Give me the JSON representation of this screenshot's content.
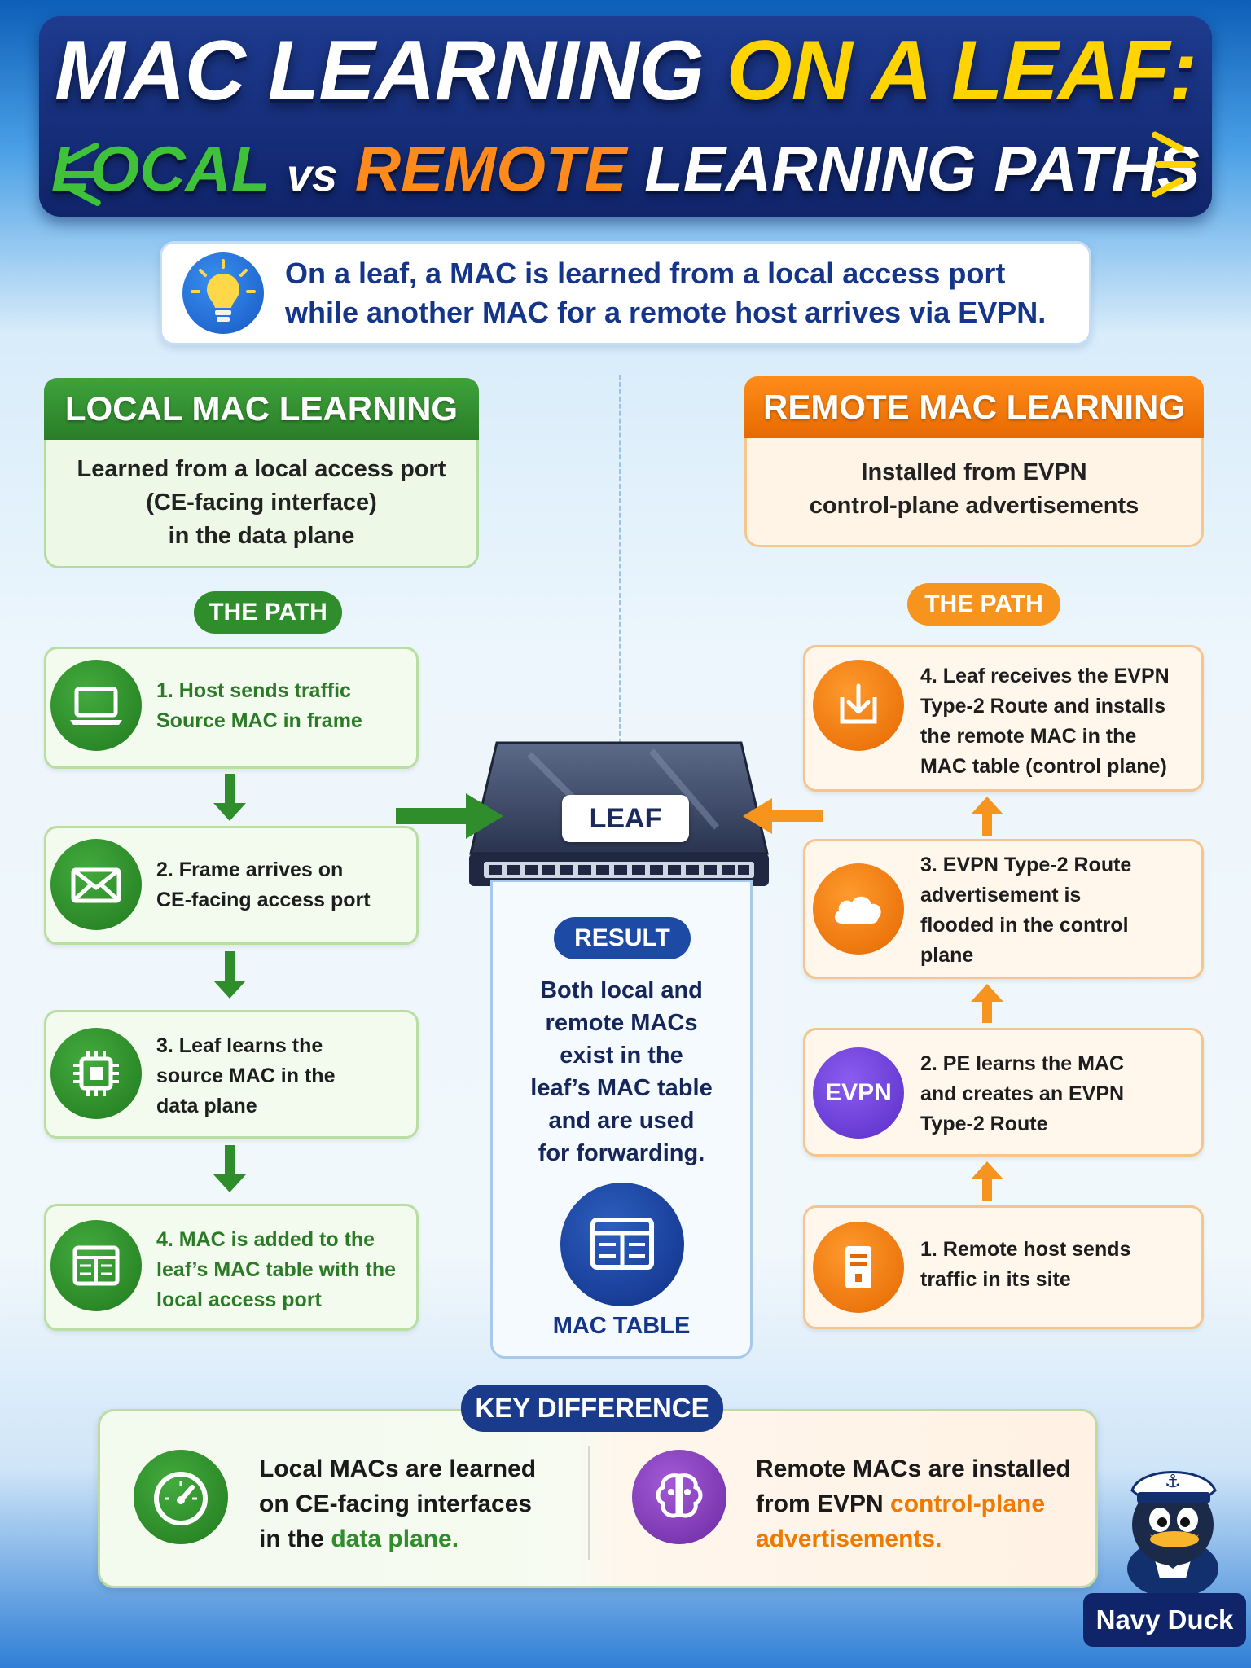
{
  "title": {
    "line1_white": "MAC LEARNING",
    "line1_yellow": "ON A LEAF:",
    "line2_local": "LOCAL",
    "line2_vs": "vs",
    "line2_remote": "REMOTE",
    "line2_rest": "LEARNING PATHS"
  },
  "info": {
    "line1": "On a leaf, a MAC is learned from a local access port",
    "line2": "while another MAC for a remote host arrives via EVPN."
  },
  "local": {
    "heading": "LOCAL MAC LEARNING",
    "desc1": "Learned from a local access port",
    "desc2": "(CE-facing interface)",
    "desc3": "in the data plane",
    "path_label": "THE PATH",
    "steps": [
      {
        "l1": "1. Host sends traffic",
        "l2": "Source MAC in frame",
        "l3": ""
      },
      {
        "l1": "2. Frame arrives on",
        "l2": "CE-facing access port",
        "l3": ""
      },
      {
        "l1": "3. Leaf learns the",
        "l2": "source MAC in the",
        "l3": "data plane"
      },
      {
        "l1": "4. MAC is added to the",
        "l2": "leaf’s MAC table with the",
        "l3": "local access port"
      }
    ]
  },
  "remote": {
    "heading": "REMOTE MAC LEARNING",
    "desc1": "Installed from EVPN",
    "desc2": "control-plane advertisements",
    "path_label": "THE PATH",
    "steps": [
      {
        "l1": "4. Leaf receives the EVPN",
        "l2": "Type-2 Route and installs",
        "l3": "the remote MAC in the",
        "l4": "MAC table (control plane)"
      },
      {
        "l1": "3. EVPN Type-2 Route",
        "l2": "advertisement is",
        "l3": "flooded in the control",
        "l4": "plane"
      },
      {
        "l1": "2. PE learns the MAC",
        "l2": "and creates an EVPN",
        "l3": "Type-2 Route",
        "l4": ""
      },
      {
        "l1": "1. Remote host sends",
        "l2": "traffic in its site",
        "l3": "",
        "l4": ""
      }
    ],
    "evpn_badge": "EVPN"
  },
  "center": {
    "leaf_label": "LEAF",
    "result_label": "RESULT",
    "result_lines": [
      "Both local and",
      "remote MACs",
      "exist in the",
      "leaf’s MAC table",
      "and are used",
      "for forwarding."
    ],
    "mac_table_label": "MAC TABLE"
  },
  "key": {
    "label": "KEY DIFFERENCE",
    "left_l1": "Local MACs are learned",
    "left_l2": "on CE-facing interfaces",
    "left_l3a": "in the ",
    "left_l3b": "data plane.",
    "right_l1": "Remote MACs are installed",
    "right_l2a": "from EVPN ",
    "right_l2b": "control-plane",
    "right_l3": "advertisements."
  },
  "mascot": {
    "name": "Navy Duck"
  },
  "icons": {
    "info": "lightbulb-icon",
    "local": [
      "laptop-icon",
      "frame-envelope-icon",
      "chip-icon",
      "table-icon"
    ],
    "remote": [
      "download-icon",
      "cloud-icon",
      "evpn-badge",
      "server-icon"
    ],
    "key": [
      "gauge-icon",
      "brain-icon"
    ]
  },
  "colors": {
    "local": "#2f8d2b",
    "remote": "#f7941d",
    "navy": "#1a3a8c",
    "title_yellow": "#ffd400"
  }
}
